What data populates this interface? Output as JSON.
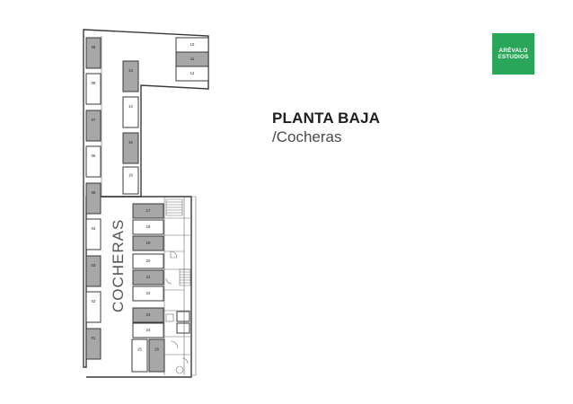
{
  "title": "PLANTA BAJA",
  "subtitle": "/Cocheras",
  "area_label": "COCHERAS",
  "logo": {
    "line1": "ARÉVALO",
    "line2": "ESTUDIOS",
    "color": "#2aa65a"
  },
  "colors": {
    "occupied": "#a7a7a7",
    "free": "#ffffff",
    "wall": "#3a3a3a"
  },
  "spaces": [
    {
      "number": "01",
      "occupied": true
    },
    {
      "number": "02",
      "occupied": false
    },
    {
      "number": "03",
      "occupied": true
    },
    {
      "number": "04",
      "occupied": false
    },
    {
      "number": "05",
      "occupied": true
    },
    {
      "number": "06",
      "occupied": false
    },
    {
      "number": "07",
      "occupied": true
    },
    {
      "number": "08",
      "occupied": false
    },
    {
      "number": "09",
      "occupied": true
    },
    {
      "number": "10",
      "occupied": false
    },
    {
      "number": "11",
      "occupied": true
    },
    {
      "number": "12",
      "occupied": false
    },
    {
      "number": "13",
      "occupied": true
    },
    {
      "number": "14",
      "occupied": false
    },
    {
      "number": "15",
      "occupied": true
    },
    {
      "number": "16",
      "occupied": false
    },
    {
      "number": "17",
      "occupied": true
    },
    {
      "number": "18",
      "occupied": false
    },
    {
      "number": "19",
      "occupied": true
    },
    {
      "number": "20",
      "occupied": false
    },
    {
      "number": "21",
      "occupied": true
    },
    {
      "number": "22",
      "occupied": false
    },
    {
      "number": "23",
      "occupied": true
    },
    {
      "number": "24",
      "occupied": false
    },
    {
      "number": "25",
      "occupied": false
    },
    {
      "number": "26",
      "occupied": true
    }
  ]
}
